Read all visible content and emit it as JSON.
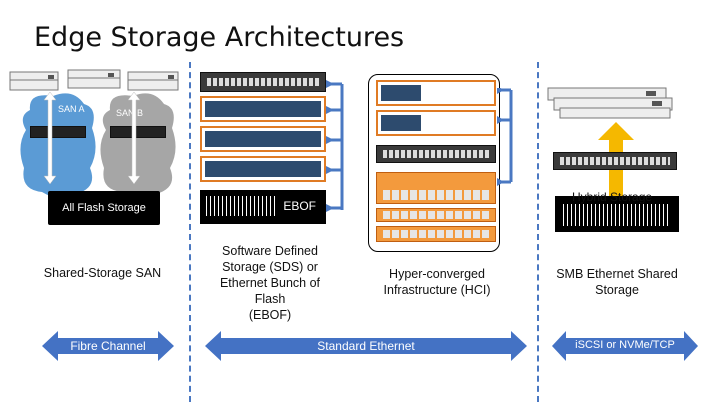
{
  "title": "Edge Storage Architectures",
  "columns": {
    "san": {
      "caption": "Shared-Storage SAN",
      "cloud_a": "SAN A",
      "cloud_b": "SAN B",
      "storage_label": "All Flash Storage"
    },
    "sds": {
      "caption_lines": [
        "Software Defined",
        "Storage (SDS) or",
        "Ethernet Bunch of Flash",
        "(EBOF)"
      ],
      "ebof_label": "EBOF"
    },
    "hci": {
      "caption_lines": [
        "Hyper-converged",
        "Infrastructure (HCI)"
      ]
    },
    "smb": {
      "caption_lines": [
        "SMB Ethernet Shared",
        "Storage"
      ],
      "hybrid_label": "Hybrid Storage"
    }
  },
  "arrows": {
    "fibre_channel": "Fibre Channel",
    "standard_ethernet": "Standard Ethernet",
    "iscsi": "iSCSI or NVMe/TCP"
  },
  "colors": {
    "arrow_blue": "#4472c4",
    "orange": "#e07b24",
    "yellow": "#f5b800",
    "connector_blue": "#4a78c2"
  }
}
